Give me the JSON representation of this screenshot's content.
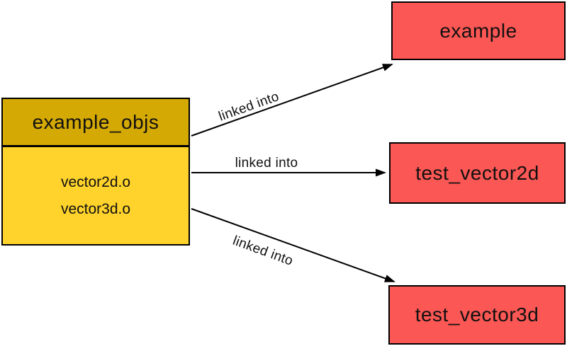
{
  "diagram": {
    "library": {
      "name": "example_objs",
      "members": [
        "vector2d.o",
        "vector3d.o"
      ]
    },
    "targets": [
      {
        "name": "example"
      },
      {
        "name": "test_vector2d"
      },
      {
        "name": "test_vector3d"
      }
    ],
    "edges": [
      {
        "label": "linked into",
        "from": "example_objs",
        "to": "example"
      },
      {
        "label": "linked into",
        "from": "example_objs",
        "to": "test_vector2d"
      },
      {
        "label": "linked into",
        "from": "example_objs",
        "to": "test_vector3d"
      }
    ],
    "colors": {
      "library_header": "#d4a904",
      "library_body": "#ffd32b",
      "target_fill": "#fb5754",
      "stroke": "#000000"
    }
  }
}
